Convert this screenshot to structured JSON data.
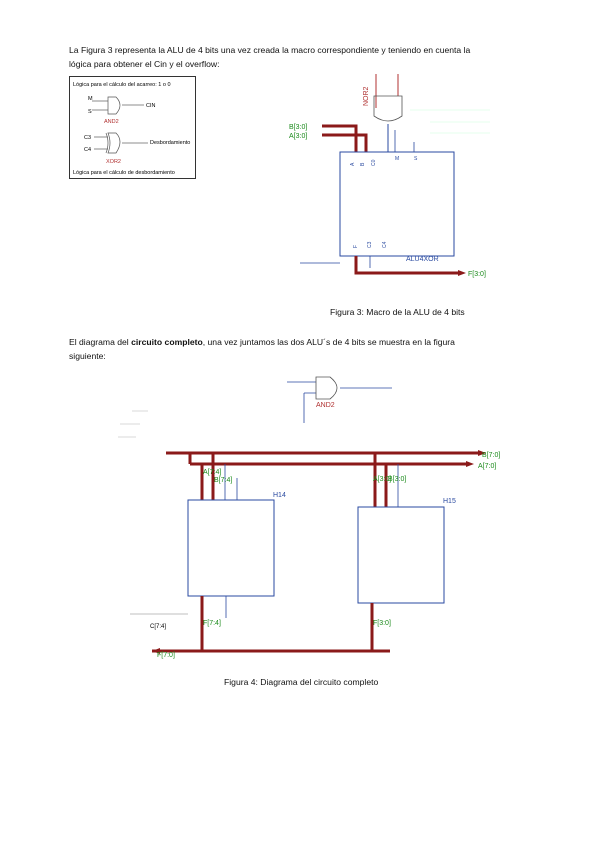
{
  "intro": {
    "line1": "La Figura 3 representa la ALU de 4 bits una vez creada la macro correspondiente y teniendo en cuenta la",
    "line2": "lógica para obtener el Cin y el overflow:"
  },
  "inset": {
    "title_top": "Lógica para el cálculo del acarreo: 1 o 0",
    "in_a": "M",
    "in_b": "S",
    "out": "CIN",
    "gate1": "AND2",
    "desborde_label": "Desbordamiento",
    "in_c": "C3",
    "in_d": "C4",
    "gate2": "XOR2",
    "title_bottom": "Lógica para el cálculo de desbordamiento"
  },
  "figure3": {
    "bus_b": "B[3:0]",
    "bus_a": "A[3:0]",
    "gate_or": "NOR2",
    "block": "ALU4XOR",
    "pin_m": "M",
    "pin_s": "S",
    "pin_c0": "C0",
    "pin_b": "B",
    "pin_a": "A",
    "pin_f": "F",
    "pin_c3": "C3",
    "pin_c4": "C4",
    "out_f": "F[3:0]",
    "caption": "Figura 3: Macro de la ALU de 4 bits"
  },
  "body2": {
    "pre": "El diagrama del ",
    "bold": "circuito completo",
    "post": ", una vez juntamos las dos ALU´s de 4 bits se muestra en la figura",
    "line2": "siguiente:"
  },
  "figure4": {
    "gate": "AND2",
    "bus_b": "B[7:0]",
    "bus_a": "A[7:0]",
    "h14_a": "A[7:4]",
    "h14_b": "B[7:4]",
    "h14_name": "H14",
    "h15_a": "A[3:0]",
    "h15_b": "B[3:0]",
    "h15_name": "H15",
    "f74": "F[7:4]",
    "f30": "F[3:0]",
    "f70": "F[7:0]",
    "cout": "C[7:4]",
    "caption": "Figura 4: Diagrama del circuito completo"
  }
}
